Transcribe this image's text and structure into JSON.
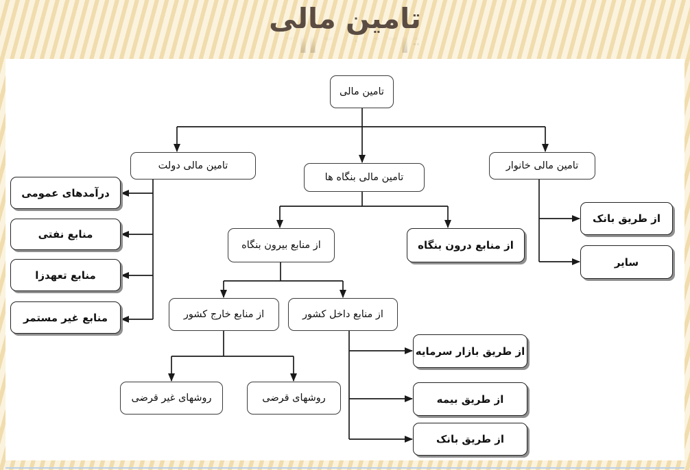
{
  "title": "تامین مالی",
  "diagram": {
    "nodes": {
      "root": {
        "label": "تامین مالی"
      },
      "dolat": {
        "label": "تامین مالی دولت"
      },
      "bongah": {
        "label": "تامین مالی بنگاه ها"
      },
      "khanevar": {
        "label": "تامین مالی خانوار"
      },
      "daramad": {
        "label": "درآمدهای عمومی"
      },
      "nafti": {
        "label": "منابع نفتی"
      },
      "taahod": {
        "label": "منابع تعهدزا"
      },
      "gheyr_mostamar": {
        "label": "منابع غیر مستمر"
      },
      "biroon": {
        "label": "از منابع بیرون بنگاه"
      },
      "daroon": {
        "label": "از منابع درون بنگاه"
      },
      "kharej": {
        "label": "از منابع خارج کشور"
      },
      "dakhel": {
        "label": "از منابع داخل کشور"
      },
      "gheyr_gharzi": {
        "label": "روشهای غیر قرضی"
      },
      "gharzi": {
        "label": "روشهای قرضی"
      },
      "bazar": {
        "label": "از طریق بازار سرمایه"
      },
      "bimeh": {
        "label": "از طریق بیمه"
      },
      "bank_bongah": {
        "label": "از طریق بانک"
      },
      "bank_khanevar": {
        "label": "از طریق بانک"
      },
      "sayer": {
        "label": "سایر"
      }
    },
    "edges": [
      {
        "from": "root",
        "to": "dolat"
      },
      {
        "from": "root",
        "to": "bongah"
      },
      {
        "from": "root",
        "to": "khanevar"
      },
      {
        "from": "dolat",
        "to": "daramad"
      },
      {
        "from": "dolat",
        "to": "nafti"
      },
      {
        "from": "dolat",
        "to": "taahod"
      },
      {
        "from": "dolat",
        "to": "gheyr_mostamar"
      },
      {
        "from": "bongah",
        "to": "biroon"
      },
      {
        "from": "bongah",
        "to": "daroon"
      },
      {
        "from": "biroon",
        "to": "kharej"
      },
      {
        "from": "biroon",
        "to": "dakhel"
      },
      {
        "from": "kharej",
        "to": "gheyr_gharzi"
      },
      {
        "from": "kharej",
        "to": "gharzi"
      },
      {
        "from": "dakhel",
        "to": "bazar"
      },
      {
        "from": "dakhel",
        "to": "bimeh"
      },
      {
        "from": "dakhel",
        "to": "bank_bongah"
      },
      {
        "from": "khanevar",
        "to": "bank_khanevar"
      },
      {
        "from": "khanevar",
        "to": "sayer"
      }
    ]
  },
  "colors": {
    "background": "#f8e9c2",
    "stripe": "#efdca9",
    "canvas": "#ffffff",
    "title": "#5a4c42",
    "box_border": "#3a3a3a",
    "line": "#1a1a1a",
    "box_shadow": "#8f8f8f",
    "bottom_accent": "#b9cfe8"
  }
}
